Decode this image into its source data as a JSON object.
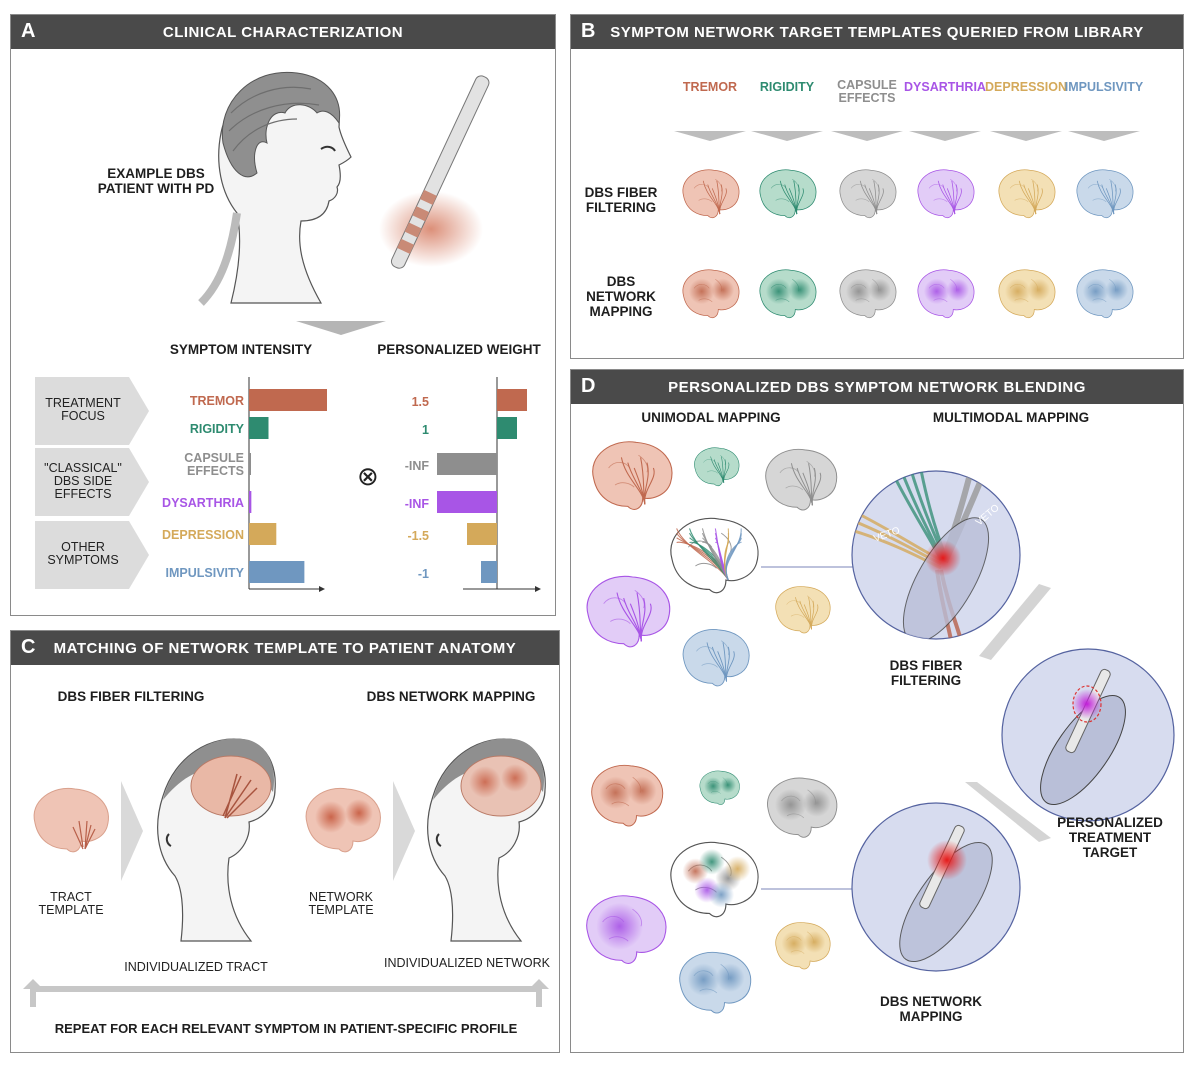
{
  "panelA": {
    "letter": "A",
    "title": "CLINICAL CHARACTERIZATION",
    "patient_label": "EXAMPLE DBS PATIENT WITH PD",
    "intensity_title": "SYMPTOM INTENSITY",
    "weight_title": "PERSONALIZED WEIGHT",
    "operator": "⊗",
    "categories": [
      {
        "label": "TREATMENT FOCUS"
      },
      {
        "label": "\"CLASSICAL\" DBS SIDE EFFECTS"
      },
      {
        "label": "OTHER SYMPTOMS"
      }
    ],
    "symptoms": [
      {
        "name": "TREMOR",
        "color": "#c0694f",
        "intensity": 1.0,
        "weight_label": "1.5",
        "weight": 1.5
      },
      {
        "name": "RIGIDITY",
        "color": "#2e8b70",
        "intensity": 0.25,
        "weight_label": "1",
        "weight": 1.0
      },
      {
        "name": "CAPSULE EFFECTS",
        "color": "#8e8e8e",
        "intensity": 0.02,
        "weight_label": "-INF",
        "weight": -3.0
      },
      {
        "name": "DYSARTHRIA",
        "color": "#a855e6",
        "intensity": 0.03,
        "weight_label": "-INF",
        "weight": -3.0
      },
      {
        "name": "DEPRESSION",
        "color": "#d4a95a",
        "intensity": 0.35,
        "weight_label": "-1.5",
        "weight": -1.5
      },
      {
        "name": "IMPULSIVITY",
        "color": "#6f97c0",
        "intensity": 0.71,
        "weight_label": "-1",
        "weight": -0.8
      }
    ]
  },
  "panelB": {
    "letter": "B",
    "title": "SYMPTOM NETWORK TARGET TEMPLATES QUERIED FROM LIBRARY",
    "columns": [
      {
        "name": "TREMOR",
        "color": "#c0694f",
        "fill": "#efc4b5"
      },
      {
        "name": "RIGIDITY",
        "color": "#2e8b70",
        "fill": "#b6dccb"
      },
      {
        "name": "CAPSULE EFFECTS",
        "color": "#8e8e8e",
        "fill": "#d6d6d6"
      },
      {
        "name": "DYSARTHRIA",
        "color": "#a855e6",
        "fill": "#e2ccf7"
      },
      {
        "name": "DEPRESSION",
        "color": "#d4a95a",
        "fill": "#f3e0b5"
      },
      {
        "name": "IMPULSIVITY",
        "color": "#6f97c0",
        "fill": "#c9d9ea"
      }
    ],
    "row1_label": "DBS FIBER FILTERING",
    "row2_label": "DBS NETWORK MAPPING"
  },
  "panelC": {
    "letter": "C",
    "title": "MATCHING OF NETWORK TEMPLATE TO PATIENT ANATOMY",
    "left_title": "DBS FIBER FILTERING",
    "right_title": "DBS NETWORK MAPPING",
    "tract_template": "TRACT TEMPLATE",
    "network_template": "NETWORK TEMPLATE",
    "individualized_tract": "INDIVIDUALIZED TRACT",
    "individualized_network": "INDIVIDUALIZED NETWORK",
    "repeat_text": "REPEAT FOR EACH RELEVANT SYMPTOM IN PATIENT-SPECIFIC PROFILE"
  },
  "panelD": {
    "letter": "D",
    "title": "PERSONALIZED DBS SYMPTOM NETWORK BLENDING",
    "unimodal": "UNIMODAL MAPPING",
    "multimodal": "MULTIMODAL MAPPING",
    "fiber_label": "DBS FIBER FILTERING",
    "network_label": "DBS NETWORK MAPPING",
    "target_label": "PERSONALIZED TREATMENT TARGET",
    "veto1": "VETO",
    "veto2": "VETO"
  }
}
